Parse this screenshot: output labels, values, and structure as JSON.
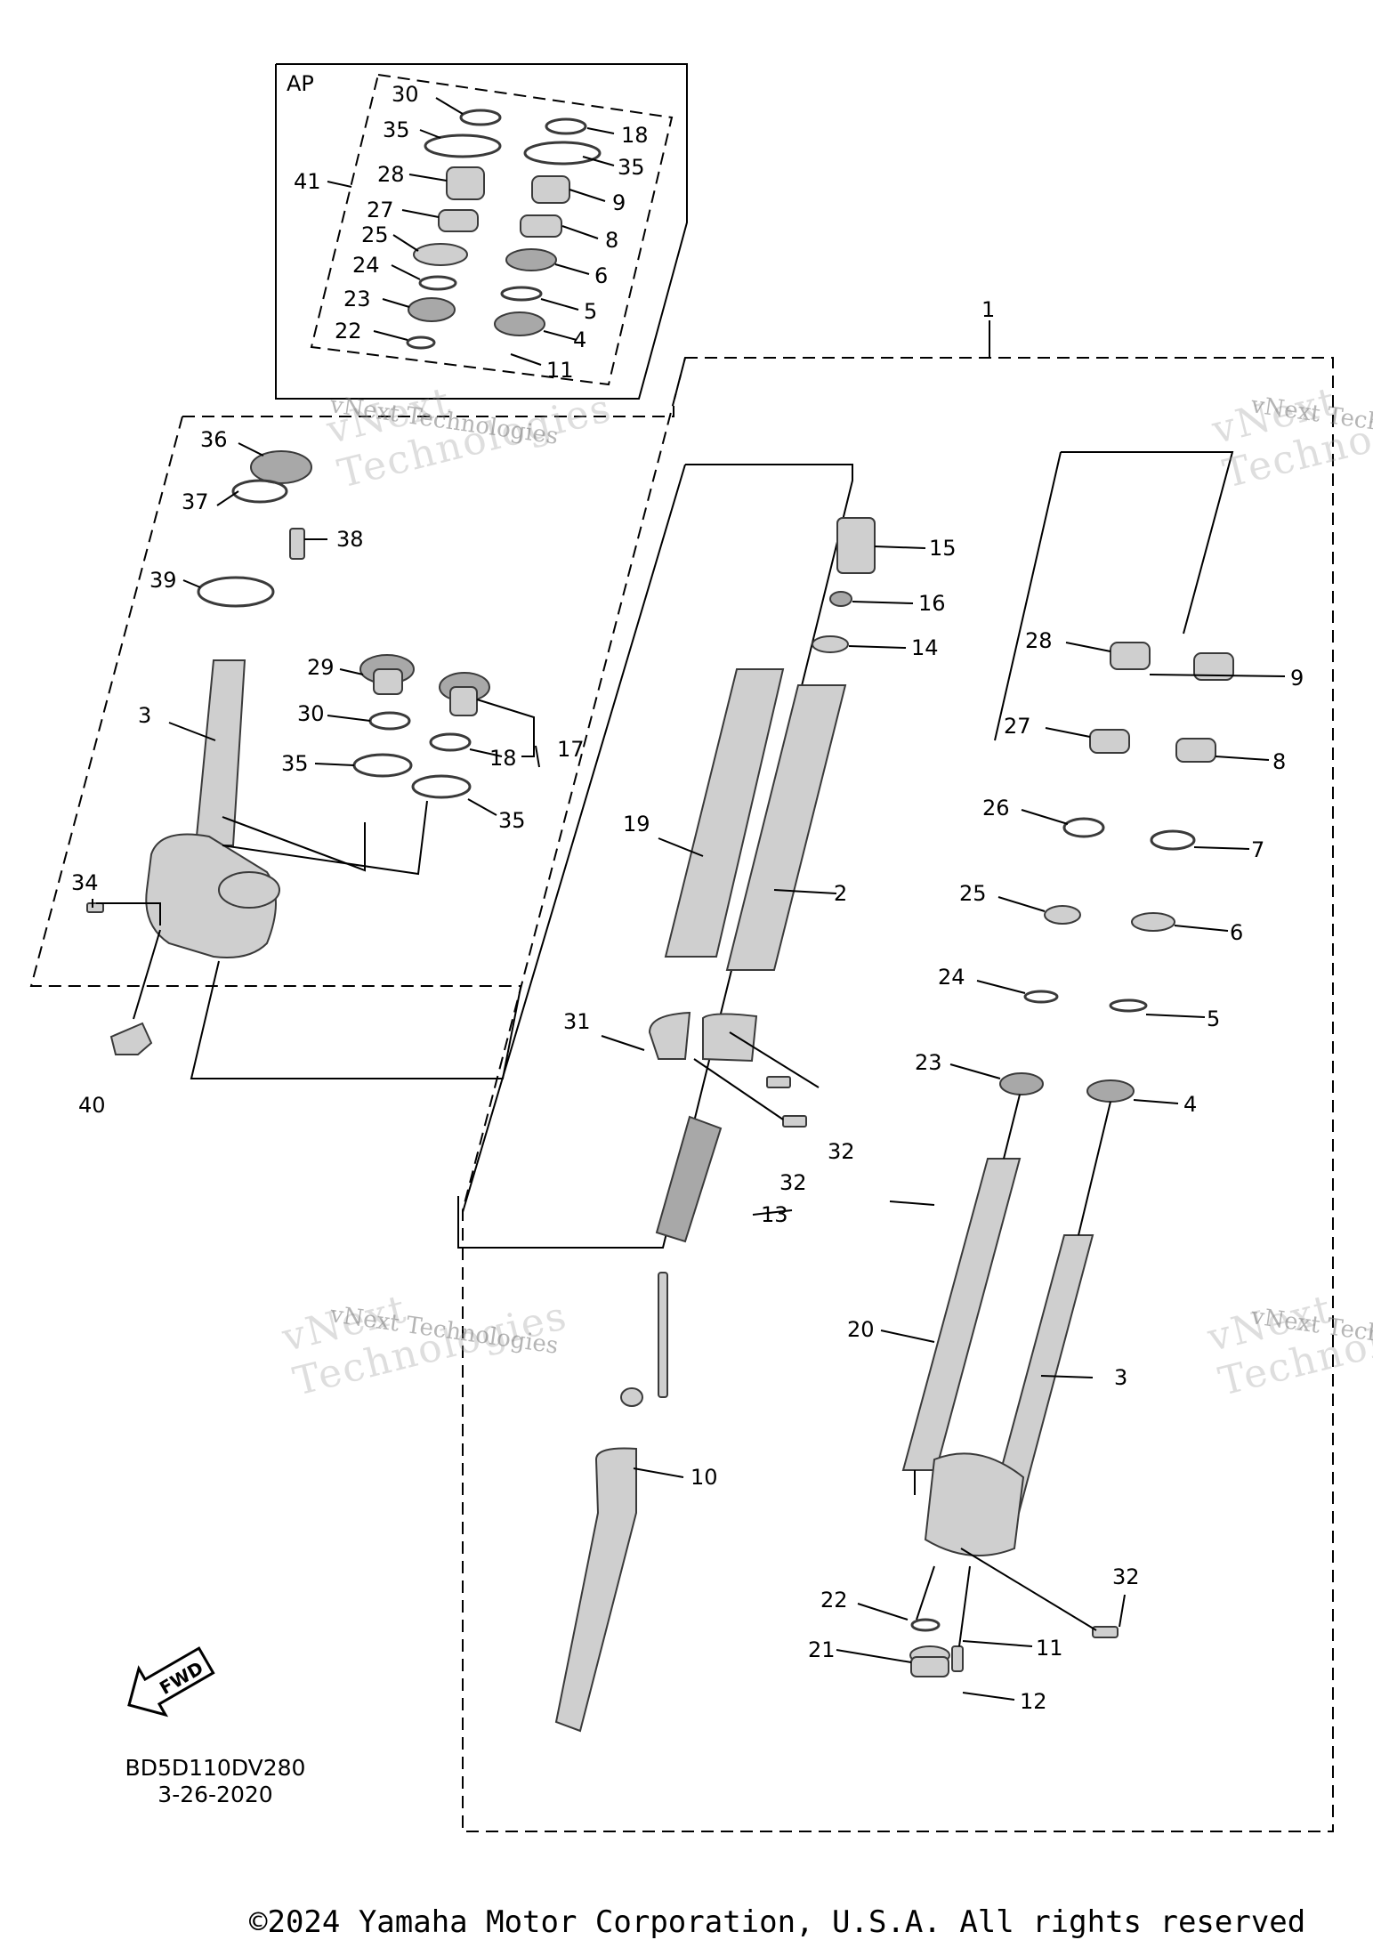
{
  "diagram": {
    "ap_label": "AP",
    "callouts": [
      "1",
      "2",
      "3",
      "4",
      "5",
      "6",
      "7",
      "8",
      "9",
      "10",
      "11",
      "12",
      "13",
      "14",
      "15",
      "16",
      "17",
      "18",
      "19",
      "20",
      "21",
      "22",
      "23",
      "24",
      "25",
      "26",
      "27",
      "28",
      "29",
      "30",
      "31",
      "32",
      "34",
      "35",
      "36",
      "37",
      "38",
      "39",
      "40",
      "41"
    ],
    "fwd_label": "FWD",
    "code": "BD5D110DV280",
    "date": "3-26-2020"
  },
  "watermark": {
    "small": "vNext Technologies",
    "big_line1": "vNext",
    "big_line2": "Technologies"
  },
  "footer": {
    "copyright": "©2024 Yamaha Motor Corporation, U.S.A. All rights reserved"
  }
}
